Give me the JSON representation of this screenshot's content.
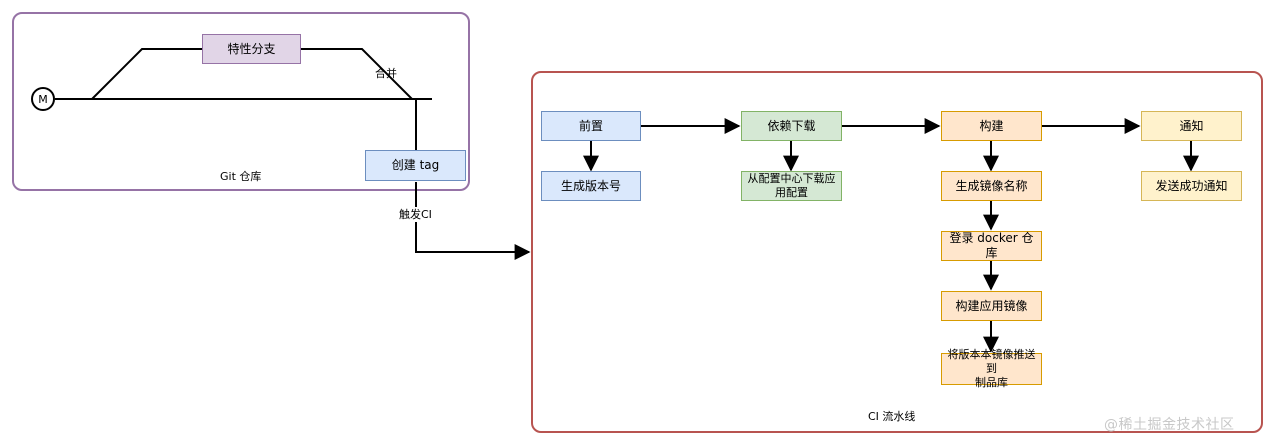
{
  "git": {
    "group_label": "Git 仓库",
    "main_branch_label": "M",
    "feature_branch": "特性分支",
    "merge_label": "合并",
    "create_tag": "创建 tag",
    "trigger_label": "触发CI"
  },
  "ci": {
    "group_label": "CI 流水线",
    "stages": [
      {
        "title": "前置",
        "steps": [
          "生成版本号"
        ]
      },
      {
        "title": "依赖下载",
        "steps": [
          "从配置中心下载应\n用配置"
        ]
      },
      {
        "title": "构建",
        "steps": [
          "生成镜像名称",
          "登录 docker 仓库",
          "构建应用镜像",
          "将版本本镜像推送到\n制品库"
        ]
      },
      {
        "title": "通知",
        "steps": [
          "发送成功通知"
        ]
      }
    ]
  },
  "watermark": "@稀土掘金技术社区",
  "colors": {
    "git_group_border": "#9673a6",
    "ci_group_border": "#b85450",
    "purple_fill": "#e1d5e7",
    "blue_fill": "#dae8fc",
    "green_fill": "#d5e8d4",
    "orange_fill": "#ffe6cc",
    "yellow_fill": "#fff2cc"
  }
}
